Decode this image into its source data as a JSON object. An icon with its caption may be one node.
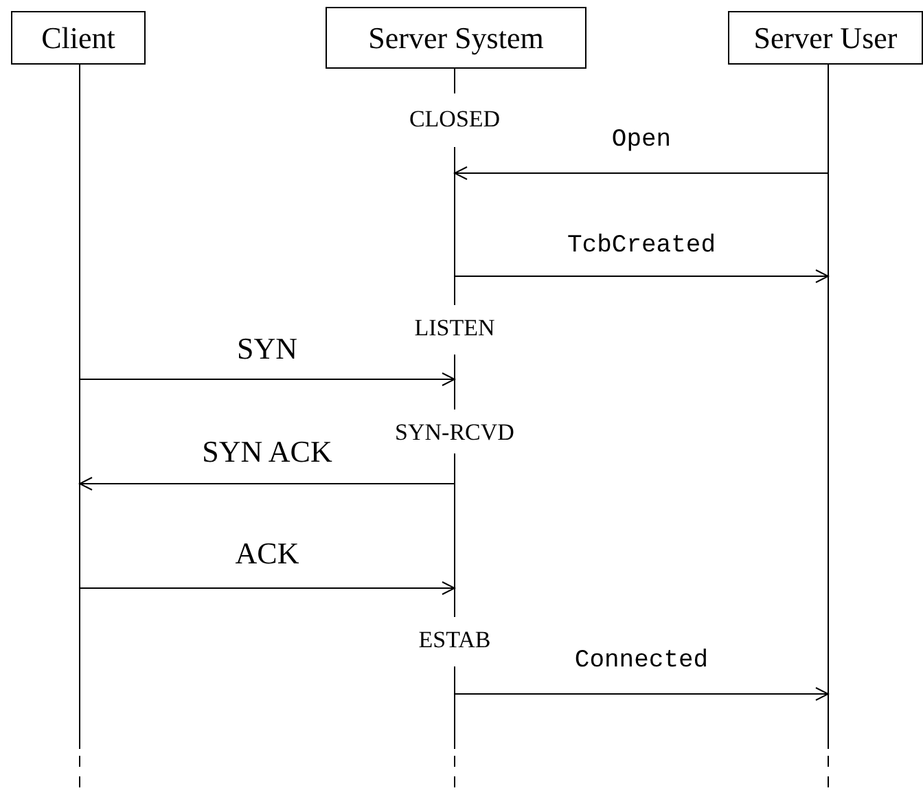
{
  "diagram": {
    "nodes": [
      {
        "text": [
          "Client"
        ]
      },
      {
        "text": [
          "Server System"
        ]
      },
      {
        "text": [
          "Server User"
        ]
      }
    ],
    "edges": [
      {
        "from": 2,
        "to": 1,
        "arrow": "to",
        "label": "Open"
      },
      {
        "from": 1,
        "to": 2,
        "arrow": "to",
        "label": "TcbCreated"
      },
      {
        "from": 0,
        "to": 1,
        "arrow": "to",
        "label": "SYN"
      },
      {
        "from": 1,
        "to": 0,
        "arrow": "to",
        "label": "SYN ACK"
      },
      {
        "from": 0,
        "to": 1,
        "arrow": "to",
        "label": "ACK"
      },
      {
        "from": 1,
        "to": 2,
        "arrow": "to",
        "label": "Connected"
      }
    ],
    "labels": [
      "CLOSED",
      "LISTEN",
      "SYN-RCVD",
      "ESTAB"
    ]
  }
}
